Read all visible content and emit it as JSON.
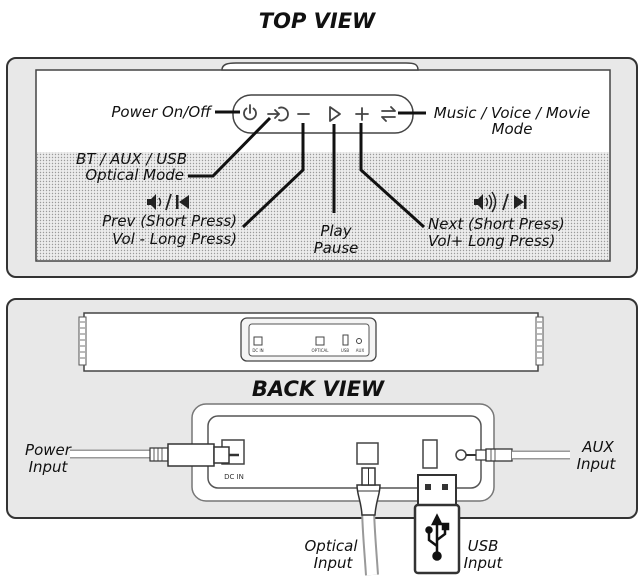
{
  "top_view": {
    "title": "TOP VIEW",
    "labels": {
      "power": "Power On/Off",
      "mode_line1": "Music / Voice / Movie",
      "mode_line2": "Mode",
      "source_line1": "BT / AUX / USB",
      "source_line2": "Optical Mode",
      "prev_line1": "Prev (Short Press)",
      "prev_line2": "Vol - Long Press)",
      "play_line1": "Play",
      "play_line2": "Pause",
      "next_line1": "Next (Short Press)",
      "next_line2": "Vol+ Long Press)"
    },
    "icons": [
      "power-icon",
      "source-icon",
      "minus-icon",
      "play-icon",
      "plus-icon",
      "mode-swap-icon",
      "volume-down-prev-icon",
      "volume-up-next-icon"
    ]
  },
  "back_view": {
    "title": "BACK VIEW",
    "small_port_labels": [
      "DC IN",
      "OPTICAL",
      "USB",
      "AUX"
    ],
    "panel_label": "DC IN",
    "labels": {
      "power_line1": "Power",
      "power_line2": "Input",
      "aux_line1": "AUX",
      "aux_line2": "Input",
      "optical_line1": "Optical",
      "optical_line2": "Input",
      "usb_line1": "USB",
      "usb_line2": "Input"
    }
  },
  "colors": {
    "panel_bg": "#e8e8e8",
    "outline": "#333333",
    "text": "#111111",
    "grille": "#dcdcdc"
  }
}
